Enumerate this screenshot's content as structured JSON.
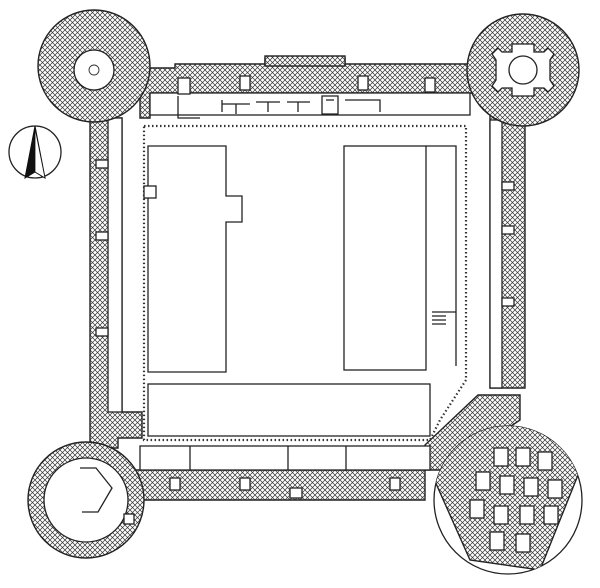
{
  "figure": {
    "kind": "castle-floor-plan",
    "background": "#ffffff",
    "ink": "#222222",
    "wall_fill": "crosshatch"
  },
  "north_arrow": {
    "icon": "north-arrow-icon"
  },
  "towers": [
    {
      "id": "nw",
      "shape": "round"
    },
    {
      "id": "ne",
      "shape": "round"
    },
    {
      "id": "sw",
      "shape": "round"
    },
    {
      "id": "se",
      "shape": "round"
    }
  ],
  "buildings": [
    {
      "id": "west-range"
    },
    {
      "id": "east-range"
    },
    {
      "id": "south-range"
    }
  ]
}
